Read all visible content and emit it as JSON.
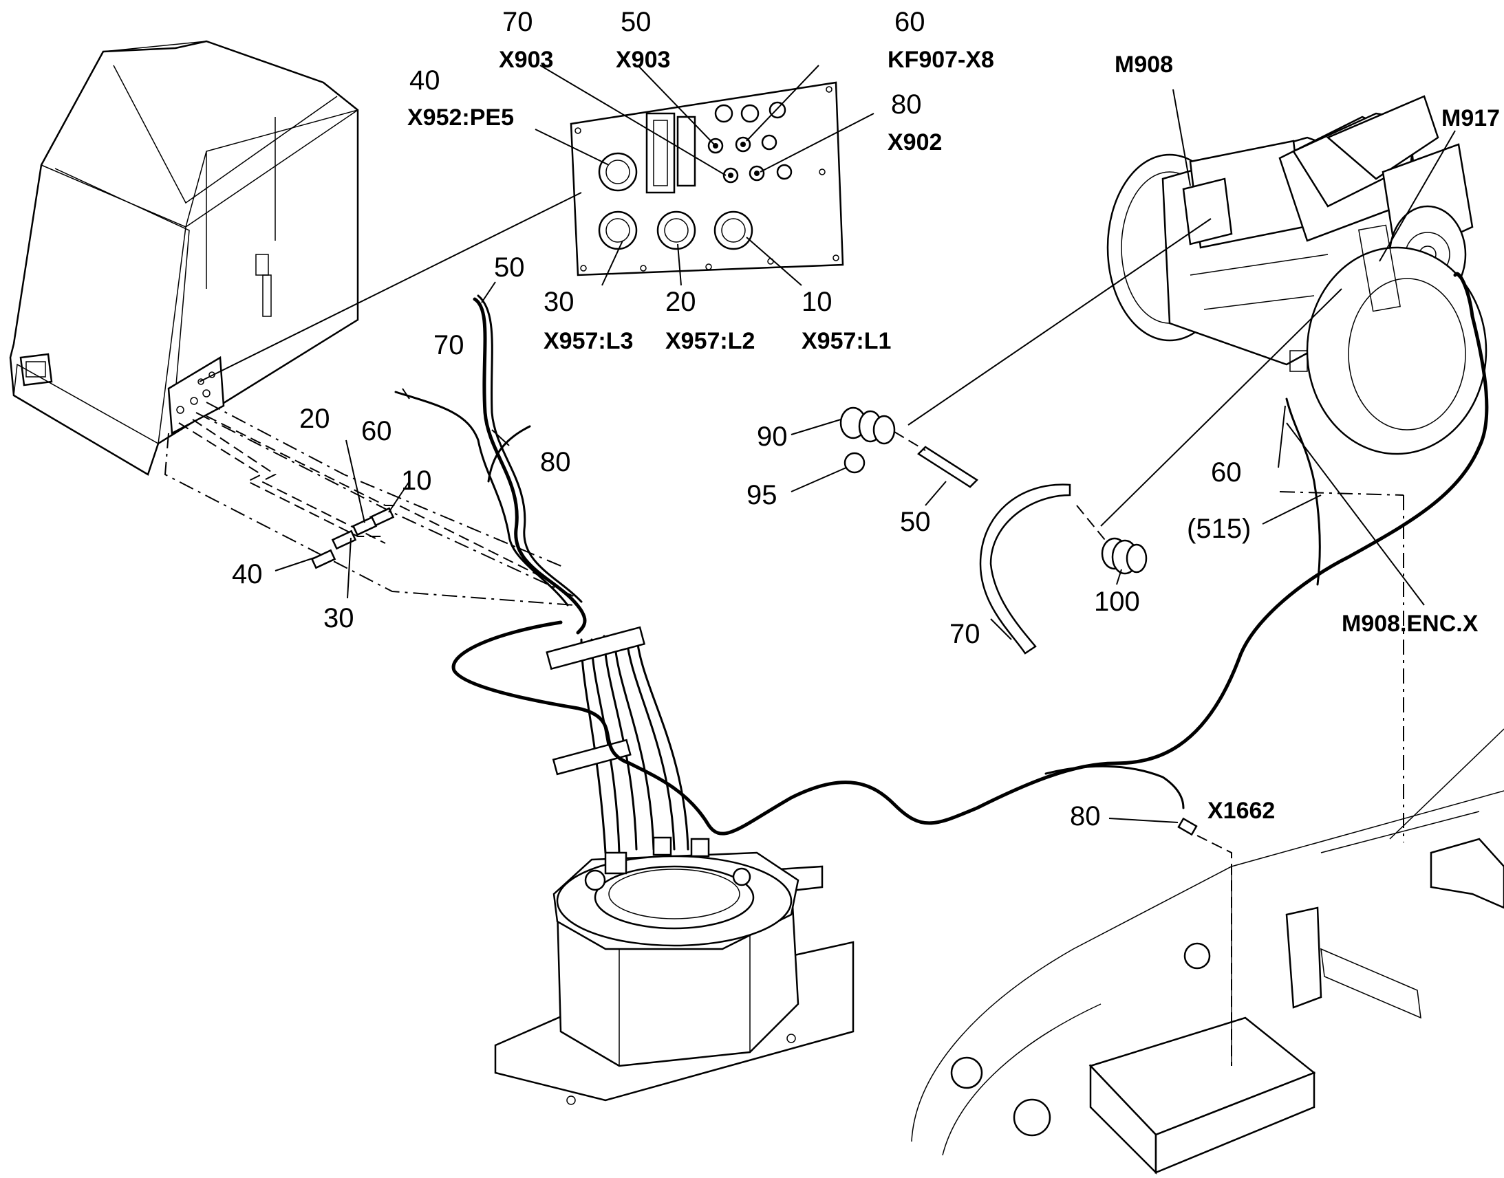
{
  "callouts": {
    "panel_70": "70",
    "panel_70_code": "X903",
    "panel_50": "50",
    "panel_50_code": "X903",
    "panel_60": "60",
    "panel_60_code": "KF907-X8",
    "panel_40": "40",
    "panel_40_code": "X952:PE5",
    "panel_80": "80",
    "panel_80_code": "X902",
    "panel_30": "30",
    "panel_30_code": "X957:L3",
    "panel_20": "20",
    "panel_20_code": "X957:L2",
    "panel_10": "10",
    "panel_10_code": "X957:L1",
    "motor_m908": "M908",
    "motor_m917": "M917",
    "cable_50": "50",
    "cable_70": "70",
    "cable_60": "60",
    "cable_80": "80",
    "lug_20": "20",
    "lug_10": "10",
    "lug_40": "40",
    "lug_30": "30",
    "gland_90": "90",
    "cap_95": "95",
    "sleeve_50": "50",
    "hose_70": "70",
    "gland_100": "100",
    "right_60": "60",
    "right_515": "(515)",
    "enc_code": "M908.ENC.X",
    "conn_80": "80",
    "conn_code": "X1662"
  }
}
